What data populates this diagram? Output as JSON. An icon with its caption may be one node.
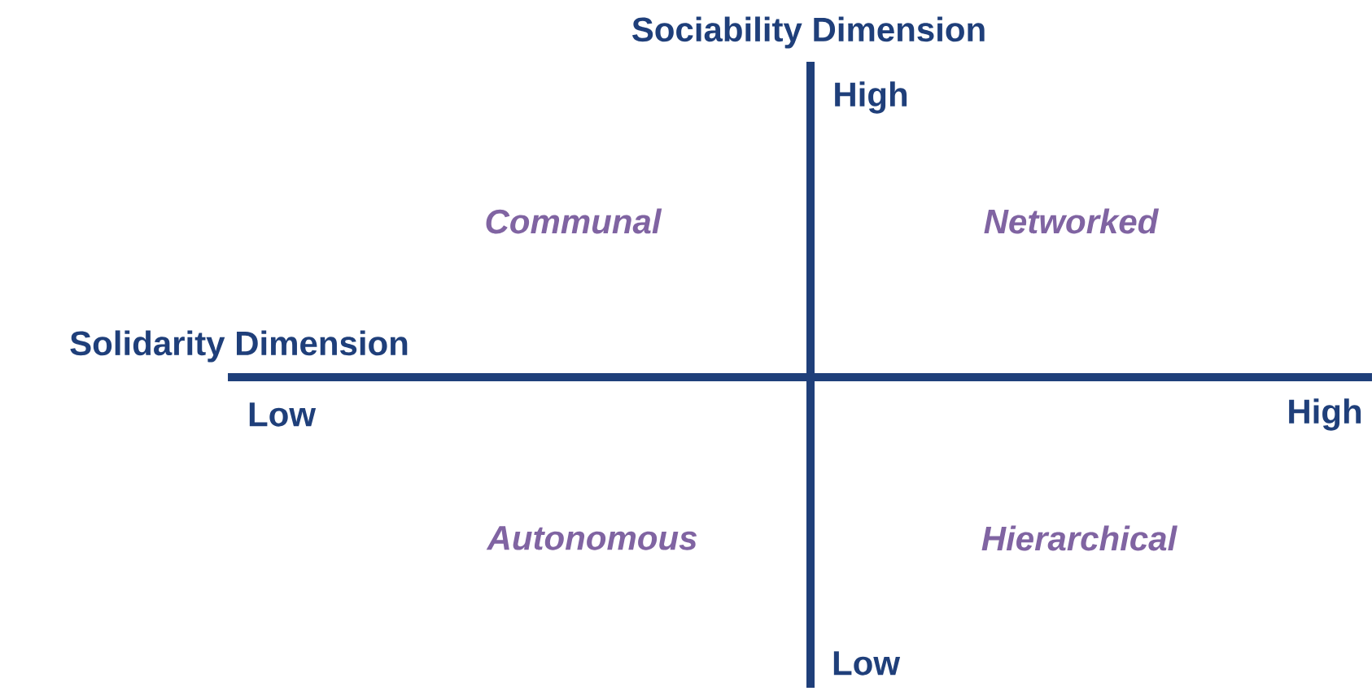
{
  "diagram": {
    "labels": [
      "Sociability Dimension",
      "High",
      "Communal",
      "Networked",
      "Solidarity Dimension",
      "Low",
      "High",
      "Autonomous",
      "Hierarchical",
      "Low"
    ]
  }
}
